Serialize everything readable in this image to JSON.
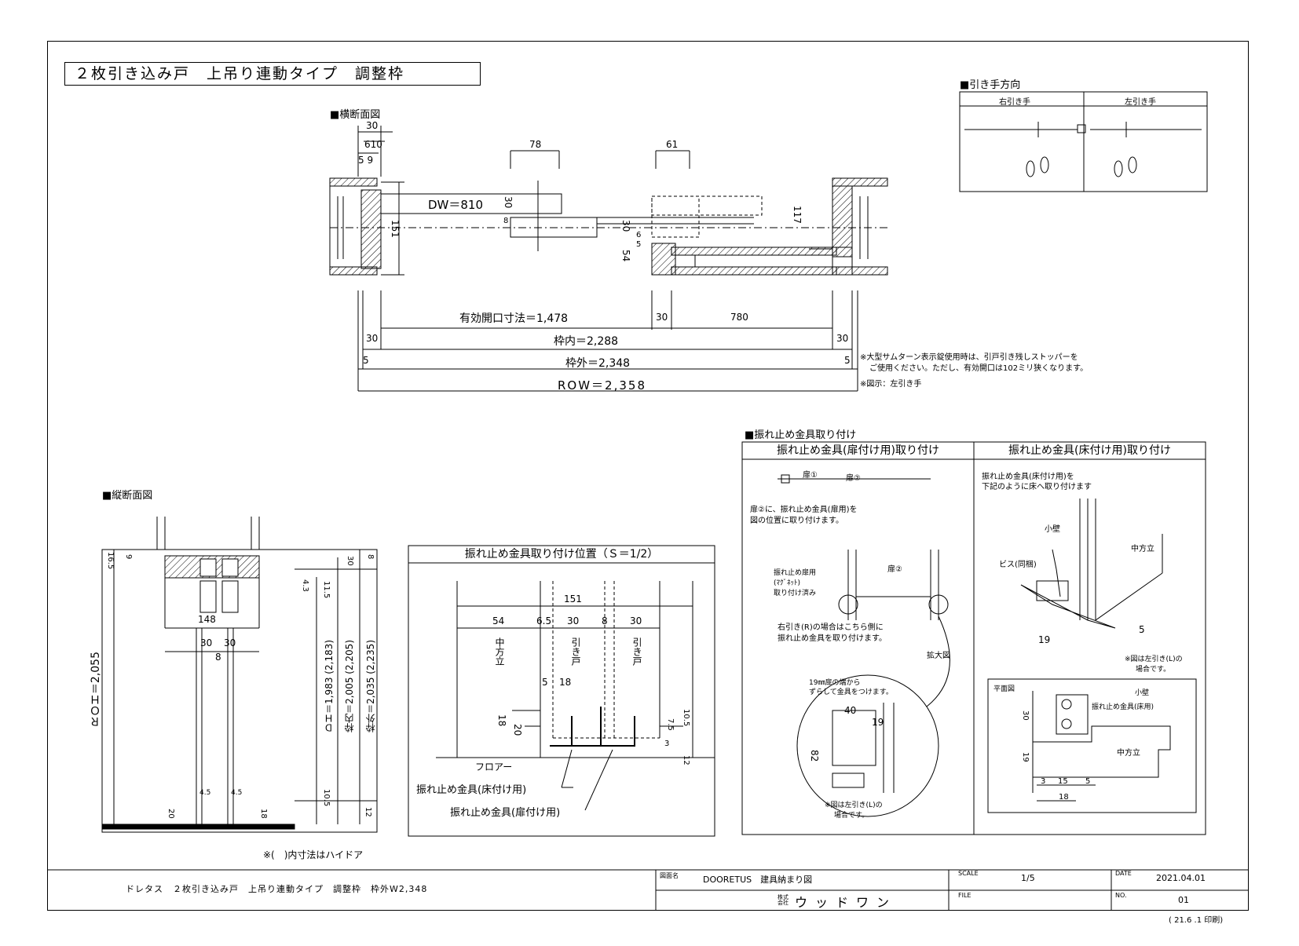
{
  "title": "２枚引き込み戸　上吊り連動タイプ　調整枠",
  "horizontal": {
    "heading": "■横断面図",
    "dims": {
      "d30": "30",
      "d610": "610",
      "d59": "5 9",
      "d78": "78",
      "d61": "61",
      "dw": "DW＝810",
      "d30a": "30",
      "d8": "8",
      "d151": "151",
      "d30b": "30",
      "d6": "6",
      "d5": "5",
      "d54": "54",
      "d117": "117",
      "opening": "有効開口寸法＝1,478",
      "d30c": "30",
      "d780": "780",
      "inner_l": "30",
      "inner": "枠内＝2,288",
      "inner_r": "30",
      "outer_l": "5",
      "outer": "枠外＝2,348",
      "outer_r": "5",
      "row": "ROW＝2,358"
    },
    "note1": "※大型サムターン表示錠使用時は、引戸引き残しストッパーを",
    "note2": "ご使用ください。ただし、有効開口は102ミリ狭くなります。",
    "note3": "※図示：左引き手"
  },
  "handle": {
    "heading": "■引き手方向",
    "right": "右引き手",
    "left": "左引き手"
  },
  "vertical": {
    "heading": "■縦断面図",
    "dims": {
      "d16_5": "16.5",
      "d9": "9",
      "d30": "30",
      "d8": "8",
      "d4_3": "4.3",
      "d11_5": "11.5",
      "d148": "148",
      "d30a": "30",
      "d30b": "30",
      "d8b": "8",
      "roh": "ＲＯＨ＝2,055",
      "dh": "ＤＨ＝1,983 (2,183)",
      "inner": "枠内＝2,005 (2,205)",
      "outer": "枠外＝2,035 (2,235)",
      "d10_5": "10.5",
      "d12": "12",
      "d20": "20",
      "d4_5a": "4.5",
      "d4_5b": "4.5",
      "d18": "18"
    },
    "note": "※(　)内寸法はハイドア"
  },
  "position": {
    "header": "振れ止め金具取り付け位置（Ｓ＝1/2）",
    "d151": "151",
    "d54": "54",
    "d6_5": "6.5",
    "d30a": "30",
    "d8": "8",
    "d30b": "30",
    "label_center": "中方立",
    "label_door1": "引き戸",
    "label_door2": "引き戸",
    "d5": "5",
    "d18a": "18",
    "d18b": "18",
    "d20": "20",
    "d7_5": "7.5",
    "d10_5": "10.5",
    "d3": "3",
    "d12": "12",
    "floor": "フロアー",
    "call1": "振れ止め金具(床付け用)",
    "call2": "振れ止め金具(扉付け用)"
  },
  "mount": {
    "heading": "■振れ止め金具取り付け",
    "left_header": "振れ止め金具(扉付け用)取り付け",
    "right_header": "振れ止め金具(床付け用)取り付け",
    "door1": "扉①",
    "door2": "扉②",
    "instr1": "扉②に、振れ止め金具(扉用)を",
    "instr2": "図の位置に取り付けます。",
    "door2b": "扉②",
    "label_a1": "振れ止め扉用",
    "label_a2": "(ﾏｸﾞﾈｯﾄ)",
    "label_a3": "取り付け済み",
    "label_b1": "右引き(R)の場合はこちら側に",
    "label_b2": "振れ止め金具を取り付けます。",
    "zoom": "拡大図",
    "detail1": "19㎜扉の端から",
    "detail2": "ずらして金具をつけます。",
    "d40": "40",
    "d19": "19",
    "d82": "82",
    "detail_note1": "※図は左引き(L)の",
    "detail_note2": "場合です。",
    "floor1": "振れ止め金具(床付け用)を",
    "floor2": "下記のように床へ取り付けます",
    "kokabe": "小壁",
    "nakahodate": "中方立",
    "screw": "ビス(同梱)",
    "d5": "5",
    "d19b": "19",
    "floor_note1": "※図は左引き(L)の",
    "floor_note2": "場合です。",
    "plan": "平面図",
    "plan_kokabe": "小壁",
    "plan_label": "振れ止め金具(床用)",
    "plan_naka": "中方立",
    "p30": "30",
    "p19": "19",
    "p3": "3",
    "p15": "15",
    "p5": "5",
    "p18": "18"
  },
  "footer": {
    "desc": "ドレタス　２枚引き込み戸　上吊り連動タイプ　調整枠　枠外W2,348",
    "name_label": "図面名",
    "name": "DOORETUS　建具納まり図",
    "company_prefix": "株式会社",
    "company": "ウッドワン",
    "scale_label": "SCALE",
    "scale": "1/5",
    "date_label": "DATE",
    "date": "2021.04.01",
    "file_label": "FILE",
    "no_label": "NO.",
    "no": "01",
    "print": "( 21.6 .1 印刷)"
  }
}
